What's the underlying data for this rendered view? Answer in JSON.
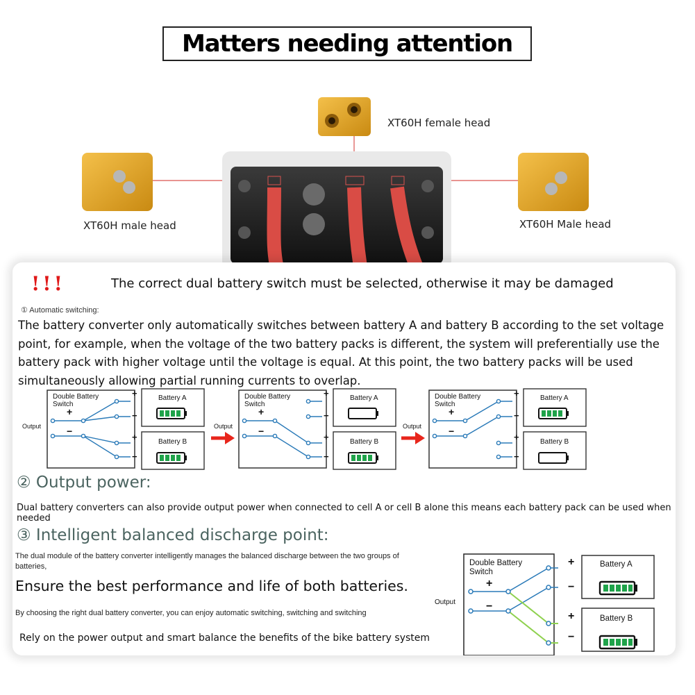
{
  "title": "Matters needing attention",
  "connectors": {
    "female": "XT60H female head",
    "male_left": "XT60H male head",
    "male_right": "XT60H Male head"
  },
  "warning": {
    "marks": "!!!",
    "text": "The correct dual battery switch must be selected, otherwise it may be damaged"
  },
  "section1": {
    "heading": "① Automatic   switching:",
    "body": "The battery converter only automatically switches between battery A and battery B according to the set voltage point, for example, when the voltage of the two battery packs is different, the system will preferentially use the battery pack with higher voltage until the voltage is equal. At this point, the two battery packs will be used simultaneously allowing partial running currents to overlap."
  },
  "diagram_labels": {
    "switch_line1": "Double  Battery",
    "switch_line2": "Switch",
    "output": "Output",
    "battery_a": "Battery A",
    "battery_b": "Battery B",
    "plus": "+",
    "minus": "−"
  },
  "section2": {
    "heading": "② Output power:",
    "body": "Dual battery converters can also provide output power when connected to cell A or cell B alone this means each battery pack can be used when needed"
  },
  "section3": {
    "heading": "③ Intelligent balanced discharge point:",
    "body1": "The dual module of the battery converter intelligently manages the balanced discharge between the two groups of batteries,",
    "body2": "Ensure the best performance and life of both batteries.",
    "body3": "By choosing the right dual battery converter, you can enjoy automatic switching, switching and switching",
    "body4": "Rely on the power output and smart balance the benefits of the bike battery system"
  },
  "colors": {
    "arrow_red": "#e8261c",
    "battery_green": "#1fa34a",
    "heading_teal": "#4b6460",
    "wire_blue": "#2a7ab8",
    "wire_green": "#8fd14f",
    "cable_red": "#d94c45",
    "connector_yellow": "#e0a020"
  }
}
